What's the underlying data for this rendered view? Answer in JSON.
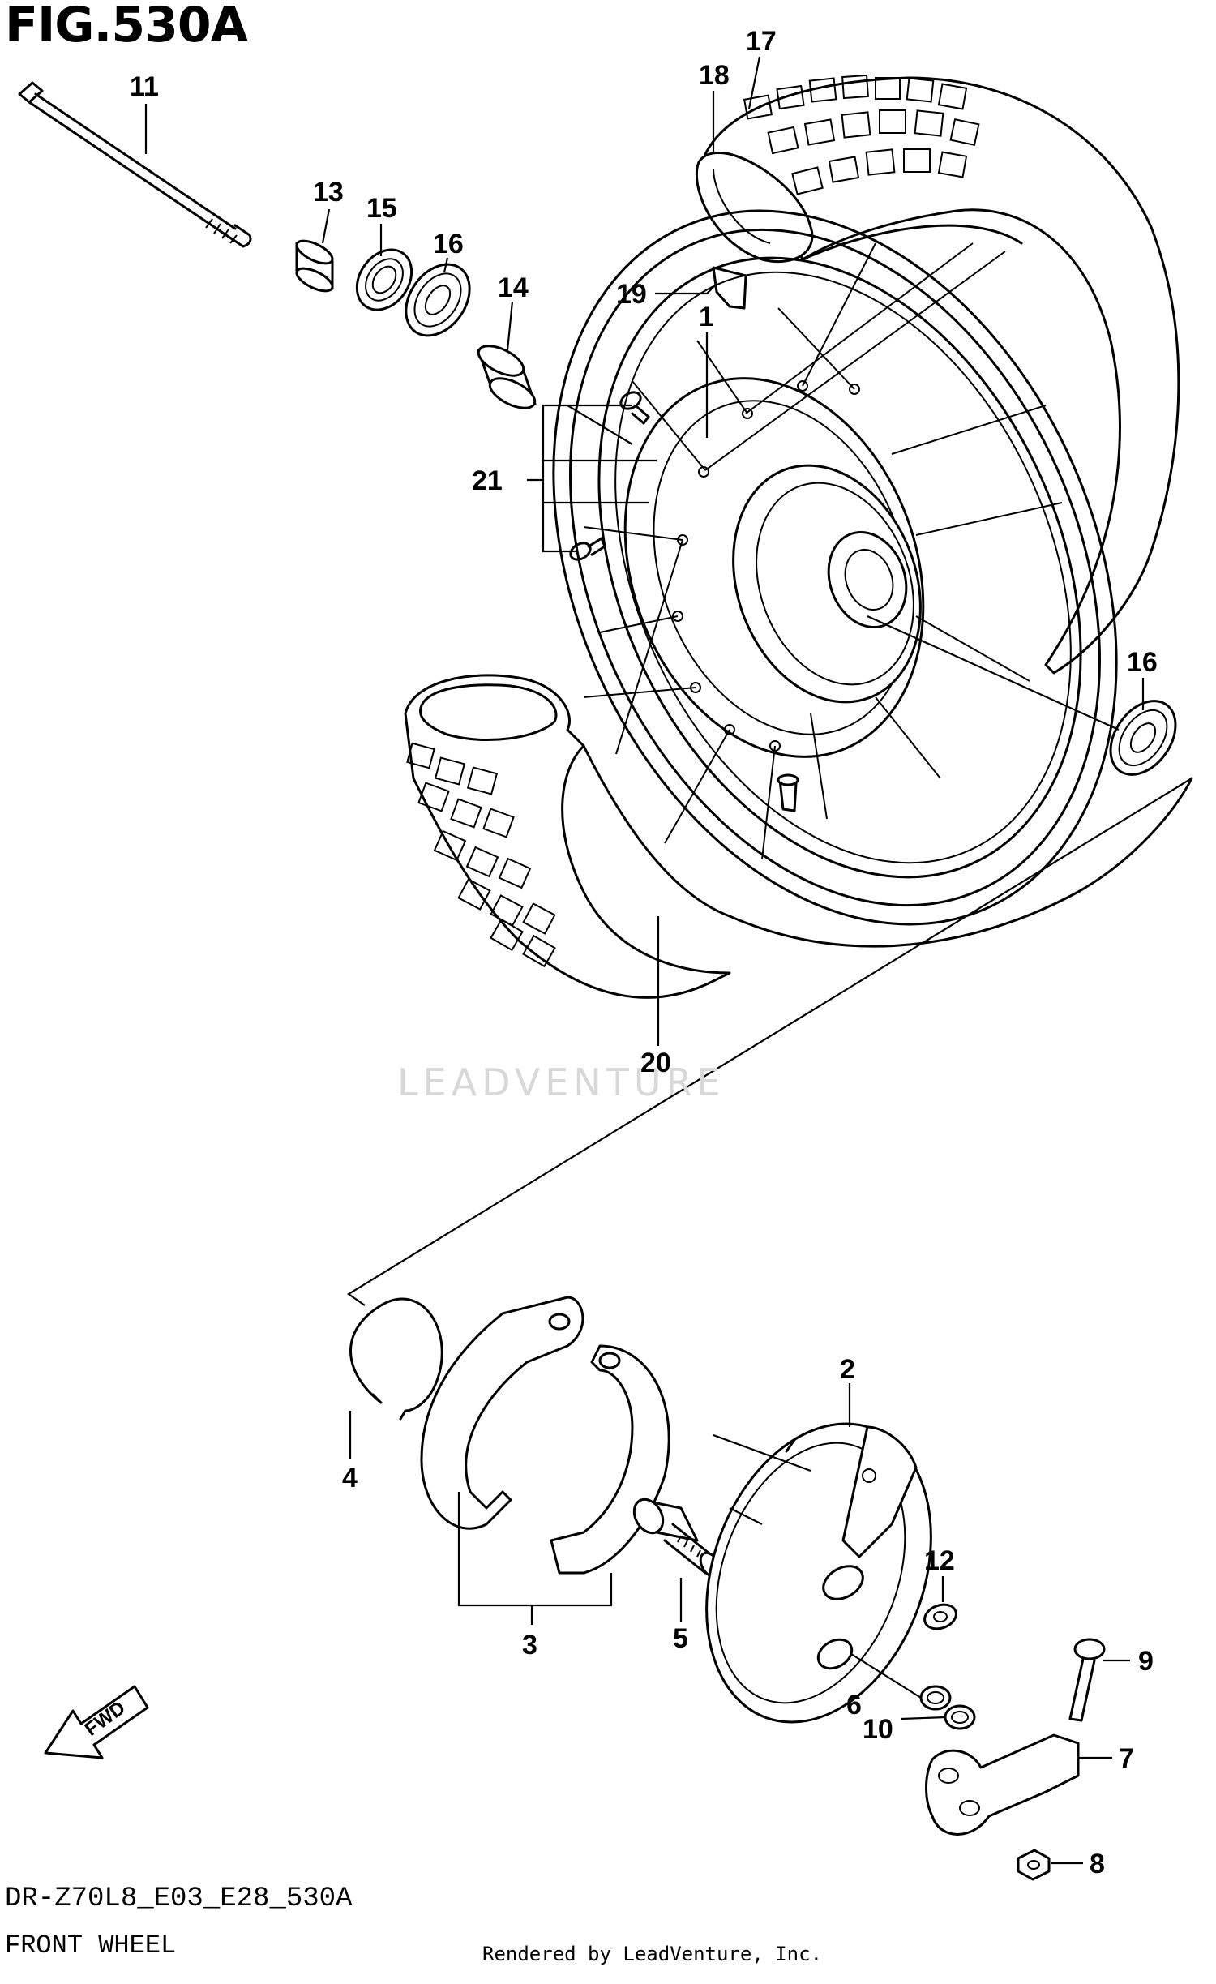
{
  "header": {
    "figure_title": "FIG.530A"
  },
  "footer": {
    "model_code": "DR-Z70L8_E03_E28_530A",
    "caption": "FRONT WHEEL",
    "rendered_by": "Rendered by LeadVenture, Inc."
  },
  "watermark": {
    "text": "LEADVENTURE"
  },
  "fwd_arrow": {
    "label": "FWD"
  },
  "callouts": {
    "c1": "1",
    "c2": "2",
    "c3": "3",
    "c4": "4",
    "c5": "5",
    "c6": "6",
    "c7": "7",
    "c8": "8",
    "c9": "9",
    "c10": "10",
    "c11": "11",
    "c12": "12",
    "c13": "13",
    "c14": "14",
    "c15": "15",
    "c16a": "16",
    "c16b": "16",
    "c17": "17",
    "c18": "18",
    "c19": "19",
    "c20": "20",
    "c21": "21"
  },
  "colors": {
    "line": "#000000",
    "background": "#ffffff",
    "watermark": "#d8d8d8"
  }
}
